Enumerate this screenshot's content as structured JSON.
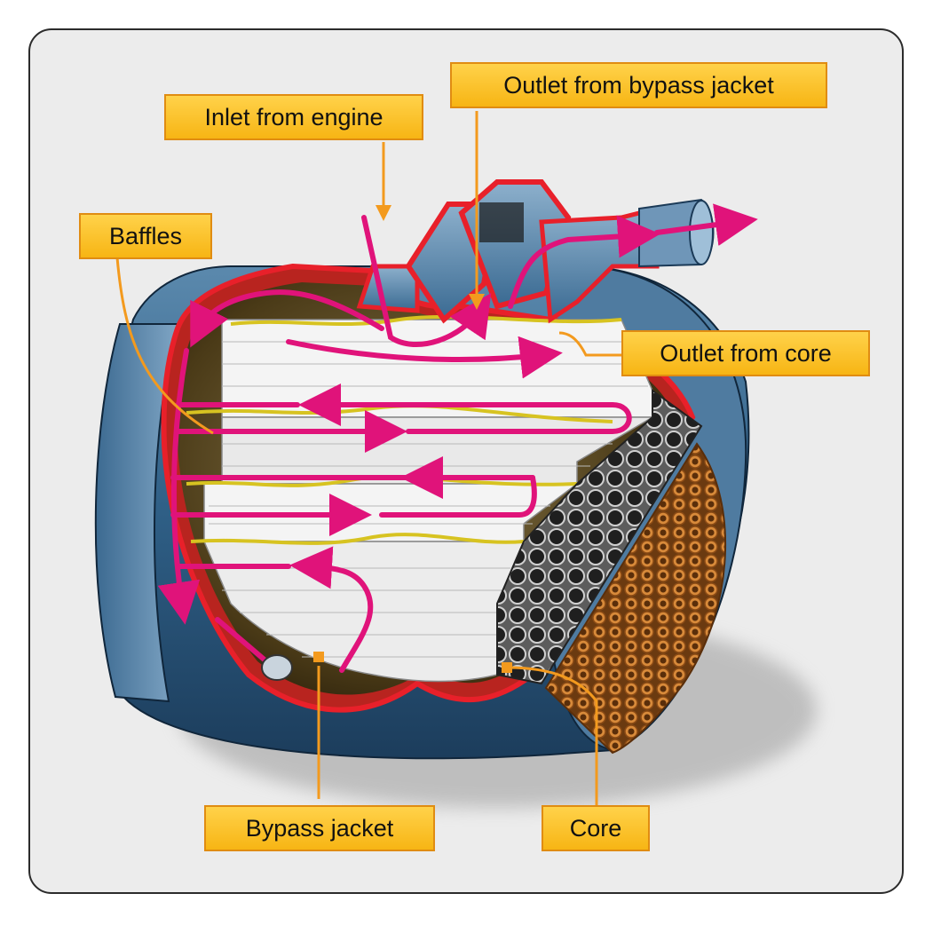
{
  "labels": {
    "inlet_from_engine": "Inlet from engine",
    "outlet_from_bypass_jacket": "Outlet from bypass jacket",
    "baffles": "Baffles",
    "outlet_from_core": "Outlet from core",
    "bypass_jacket": "Bypass jacket",
    "core": "Core"
  },
  "colors": {
    "frame_bg": "#ececec",
    "callout_fill": "#fcc22e",
    "callout_border": "#e08c12",
    "leader_line": "#f39a1e",
    "flow_arrow": "#e0137a",
    "shell_blue": "#2f5f86",
    "jacket_red": "#e8202a",
    "core_copper": "#c8742a"
  }
}
